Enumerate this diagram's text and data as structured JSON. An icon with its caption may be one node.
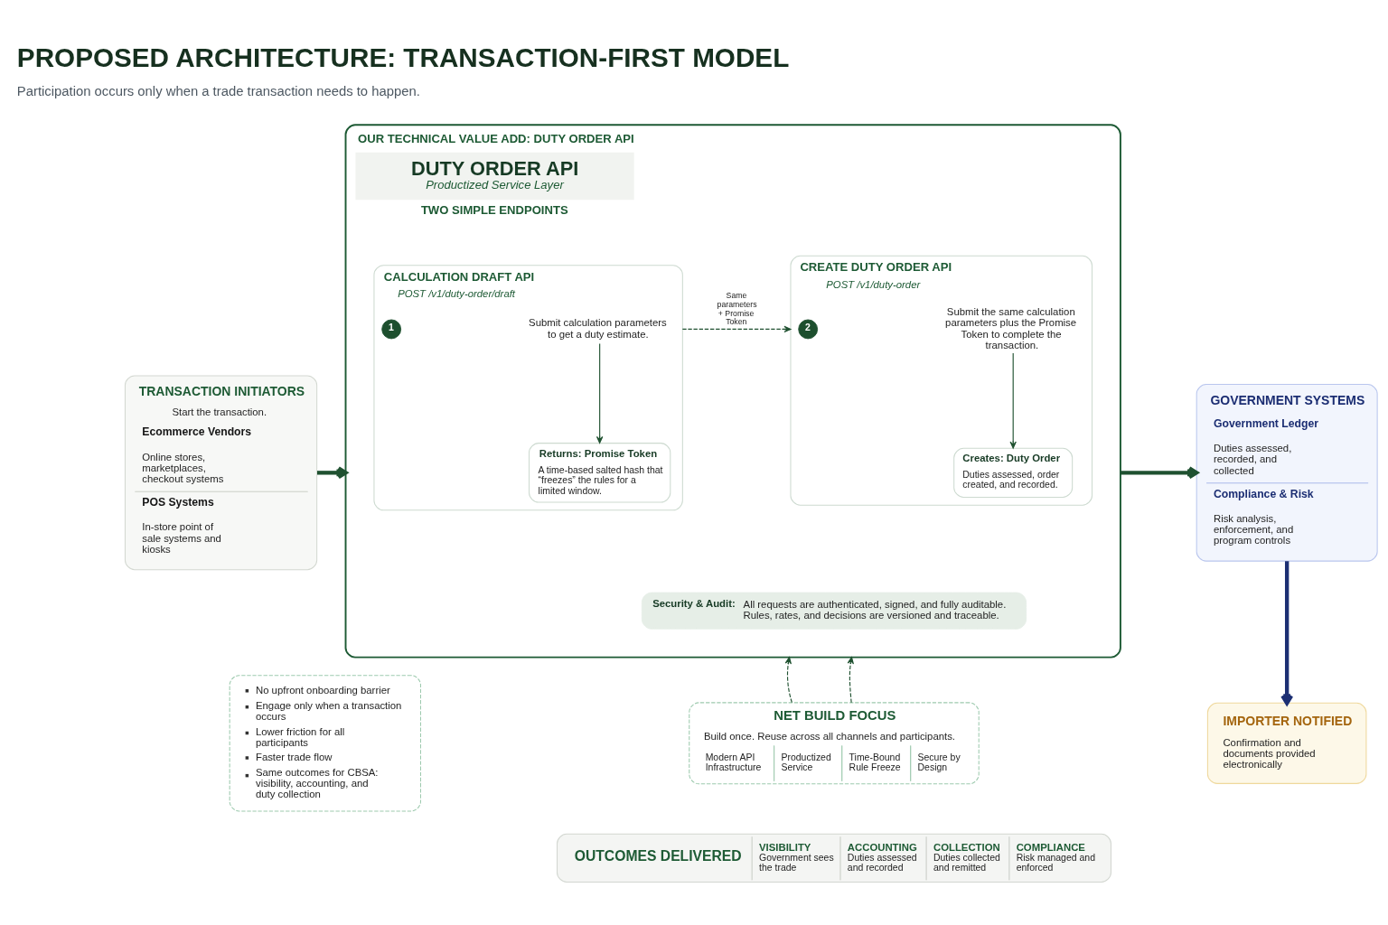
{
  "diagram": {
    "title": "PROPOSED ARCHITECTURE: TRANSACTION-FIRST MODEL",
    "nodes": [
      {
        "text": [
          "TRANSACTION INITIATORS",
          "Start the transaction.",
          "Ecommerce Vendors",
          "Online stores, marketplaces, checkout systems",
          "POS Systems",
          "In-store point of sale systems and kiosks"
        ]
      },
      {
        "text": [
          "OUR TECHNICAL VALUE ADD: DUTY ORDER API",
          "DUTY ORDER API",
          "Productized Service Layer",
          "TWO SIMPLE ENDPOINTS"
        ]
      },
      {
        "text": [
          "CALCULATION DRAFT API",
          "POST /v1/duty-order/draft"
        ],
        "in": 1
      },
      {
        "text": [
          "1"
        ],
        "in": 2
      },
      {
        "text": [
          "Submit calculation parameters to get a duty estimate."
        ],
        "in": 2
      },
      {
        "text": [
          "Returns: Promise Token",
          "A time-based salted hash that “freezes” the rules for a limited window."
        ],
        "in": 2
      },
      {
        "text": [
          "CREATE DUTY ORDER API",
          "POST /v1/duty-order"
        ],
        "in": 1
      },
      {
        "text": [
          "2"
        ],
        "in": 6
      },
      {
        "text": [
          "Submit the same calculation parameters plus the Promise Token to complete the transaction."
        ],
        "in": 6
      },
      {
        "text": [
          "Creates: Duty Order",
          "Duties assessed, order created, and recorded."
        ],
        "in": 6
      },
      {
        "text": [
          "Security & Audit:",
          "All requests are authenticated, signed, and fully auditable. Rules, rates, and decisions are versioned and traceable."
        ],
        "in": 1
      },
      {
        "text": [
          "GOVERNMENT SYSTEMS",
          "Government Ledger",
          "Duties assessed, recorded, and collected",
          "Compliance & Risk",
          "Risk analysis, enforcement, and program controls"
        ]
      },
      {
        "text": [
          "IMPORTER NOTIFIED",
          "Confirmation and documents provided electronically"
        ]
      },
      {
        "text": [
          "No upfront onboarding barrier",
          "Engage only when a transaction occurs",
          "Lower friction for all participants",
          "Faster trade flow",
          "Same outcomes for CBSA: visibility, accounting, and duty collection"
        ]
      },
      {
        "text": [
          "NET BUILD FOCUS",
          "Build once. Reuse across all channels and participants.",
          "Modern API Infrastructure",
          "Productized Service",
          "Time-Bound Rule Freeze",
          "Secure by Design"
        ]
      },
      {
        "text": [
          "OUTCOMES DELIVERED",
          "VISIBILITY",
          "Government sees the trade",
          "ACCOUNTING",
          "Duties assessed and recorded",
          "COLLECTION",
          "Duties collected and remitted",
          "COMPLIANCE",
          "Risk managed and enforced"
        ]
      }
    ],
    "edges": [
      {
        "from": 0,
        "to": 1,
        "arrow": "to",
        "style": "thick"
      },
      {
        "from": 1,
        "to": 11,
        "arrow": "to",
        "style": "thick"
      },
      {
        "from": 2,
        "to": 6,
        "arrow": "to",
        "style": "dashed",
        "label": "Same parameters + Promise Token"
      },
      {
        "from": 4,
        "to": 5,
        "arrow": "to"
      },
      {
        "from": 8,
        "to": 9,
        "arrow": "to"
      },
      {
        "from": 11,
        "to": 12,
        "arrow": "to",
        "style": "thick",
        "color": "#1c2f73"
      },
      {
        "from": 14,
        "to": 1,
        "arrow": "to",
        "style": "dashed"
      },
      {
        "from": 14,
        "to": 1,
        "arrow": "to",
        "style": "dashed"
      }
    ],
    "labels": [
      "Participation occurs only when a trade transaction needs to happen."
    ]
  }
}
